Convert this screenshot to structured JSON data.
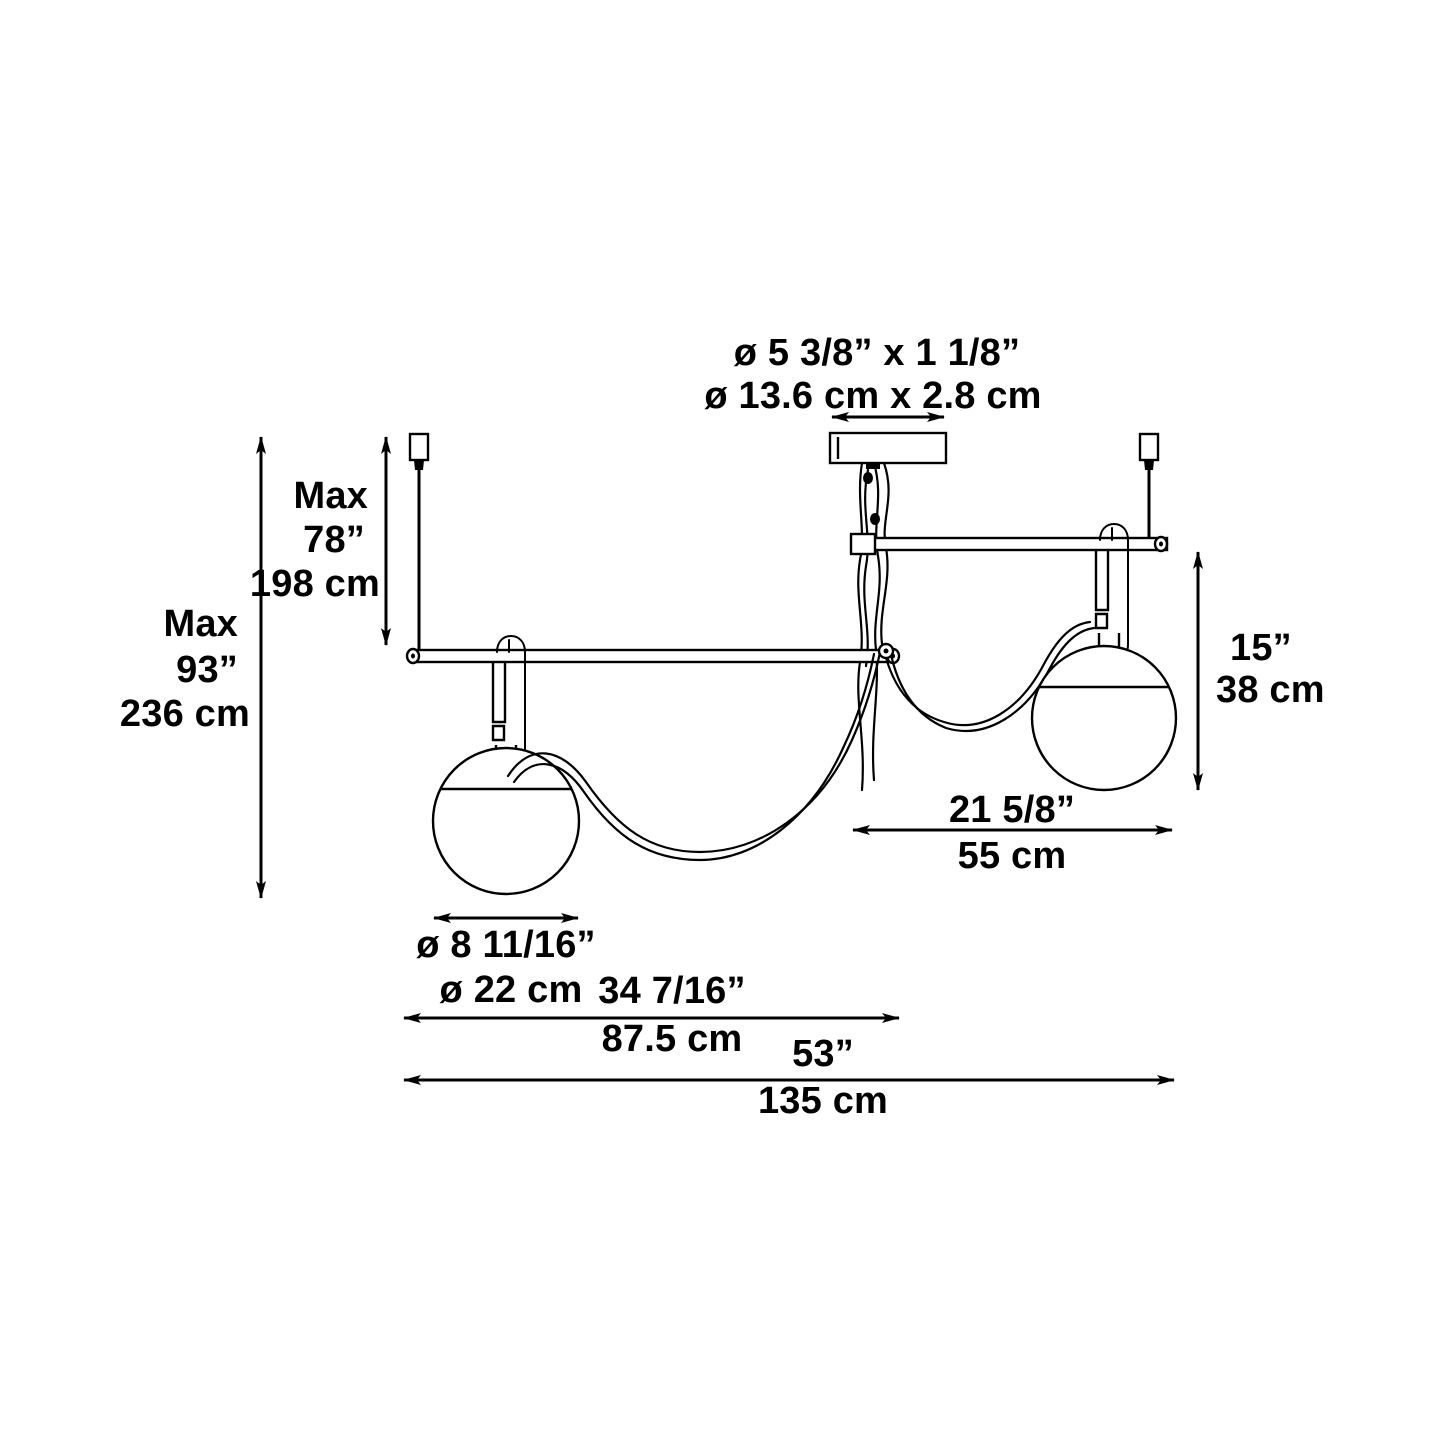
{
  "diagram": {
    "title": "Pendant lamp dimension drawing",
    "units": [
      "inches",
      "centimeters"
    ],
    "line_color": "#000000",
    "background_color": "#ffffff"
  },
  "dimensions": {
    "canopy": {
      "name": "canopy-diameter-and-height",
      "imperial": "ø 5 3/8” x 1 1/8”",
      "metric": "ø 13.6 cm x 2.8 cm"
    },
    "max_total_drop": {
      "name": "max-total-drop",
      "prefix": "Max",
      "imperial": "93”",
      "metric": "236 cm"
    },
    "max_cable_drop": {
      "name": "max-cable-drop",
      "prefix": "Max",
      "imperial": "78”",
      "metric": "198 cm"
    },
    "globe_drop_right": {
      "name": "right-globe-drop",
      "imperial": "15”",
      "metric": "38 cm"
    },
    "rod_offset_right": {
      "name": "right-rod-offset",
      "imperial": "21 5/8”",
      "metric": "55 cm"
    },
    "globe_diameter": {
      "name": "globe-diameter",
      "imperial": "ø 8 11/16”",
      "metric": "ø 22 cm"
    },
    "lower_rod_span": {
      "name": "lower-rod-span",
      "imperial": "34 7/16”",
      "metric": "87.5 cm"
    },
    "overall_width": {
      "name": "overall-width",
      "imperial": "53”",
      "metric": "135 cm"
    }
  }
}
